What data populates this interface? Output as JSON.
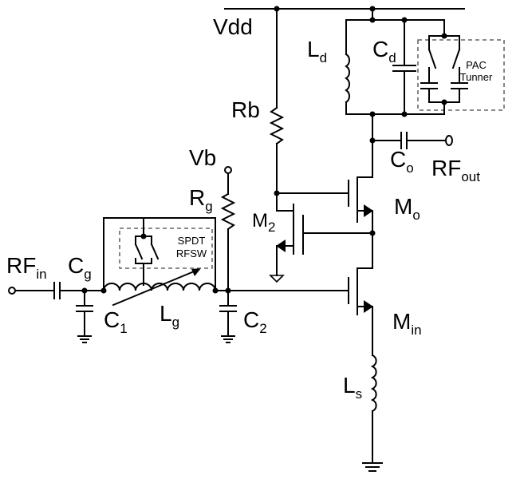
{
  "labels": {
    "vdd": "Vdd",
    "ld": "L",
    "ld_sub": "d",
    "cd": "C",
    "cd_sub": "d",
    "pac_line1": "PAC",
    "pac_line2": "Tunner",
    "rb": "Rb",
    "vb": "Vb",
    "co": "C",
    "co_sub": "o",
    "rfout": "RF",
    "rfout_sub": "out",
    "rg": "R",
    "rg_sub": "g",
    "mo": "M",
    "mo_sub": "o",
    "m2": "M",
    "m2_sub": "2",
    "rfin": "RF",
    "rfin_sub": "in",
    "cg": "C",
    "cg_sub": "g",
    "spdt_line1": "SPDT",
    "spdt_line2": "RFSW",
    "c1": "C",
    "c1_sub": "1",
    "lg": "L",
    "lg_sub": "g",
    "c2": "C",
    "c2_sub": "2",
    "min": "M",
    "min_sub": "in",
    "ls": "L",
    "ls_sub": "s"
  }
}
